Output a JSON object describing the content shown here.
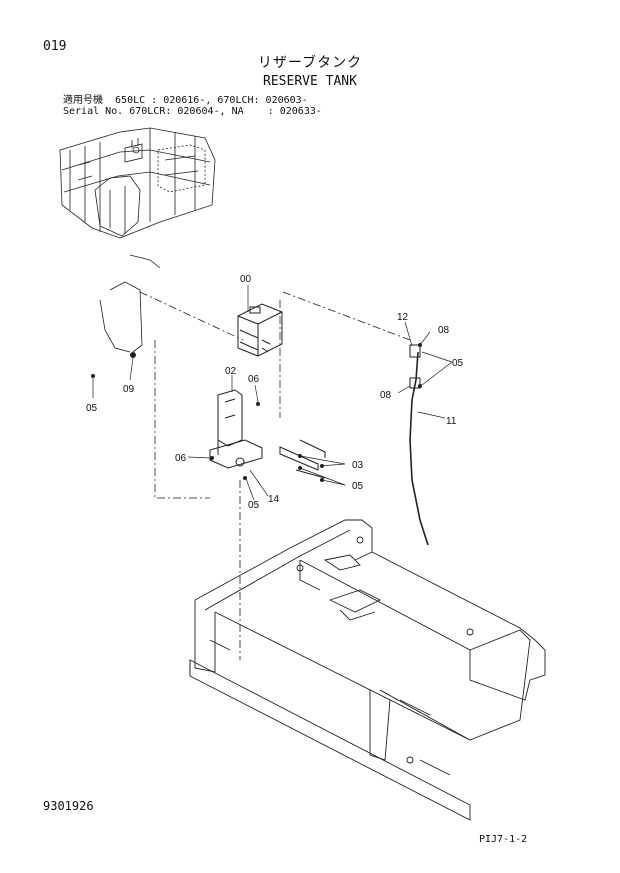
{
  "header": {
    "page_number": "019",
    "title_jp": "リザーブタンク",
    "title_en": "RESERVE TANK",
    "serial_line1": "適用号機  650LC : 020616-, 670LCH: 020603-",
    "serial_line2": "Serial No. 670LCR: 020604-, NA    : 020633-"
  },
  "footer": {
    "drawing_number": "9301926",
    "page_code": "PIJ7-1-2"
  },
  "callouts": {
    "c00": "00",
    "c12": "12",
    "c08a": "08",
    "c05a": "05",
    "c08b": "08",
    "c11": "11",
    "c02": "02",
    "c06a": "06",
    "c09": "09",
    "c05b": "05",
    "c06b": "06",
    "c03": "03",
    "c05c": "05",
    "c14": "14",
    "c05d": "05"
  }
}
